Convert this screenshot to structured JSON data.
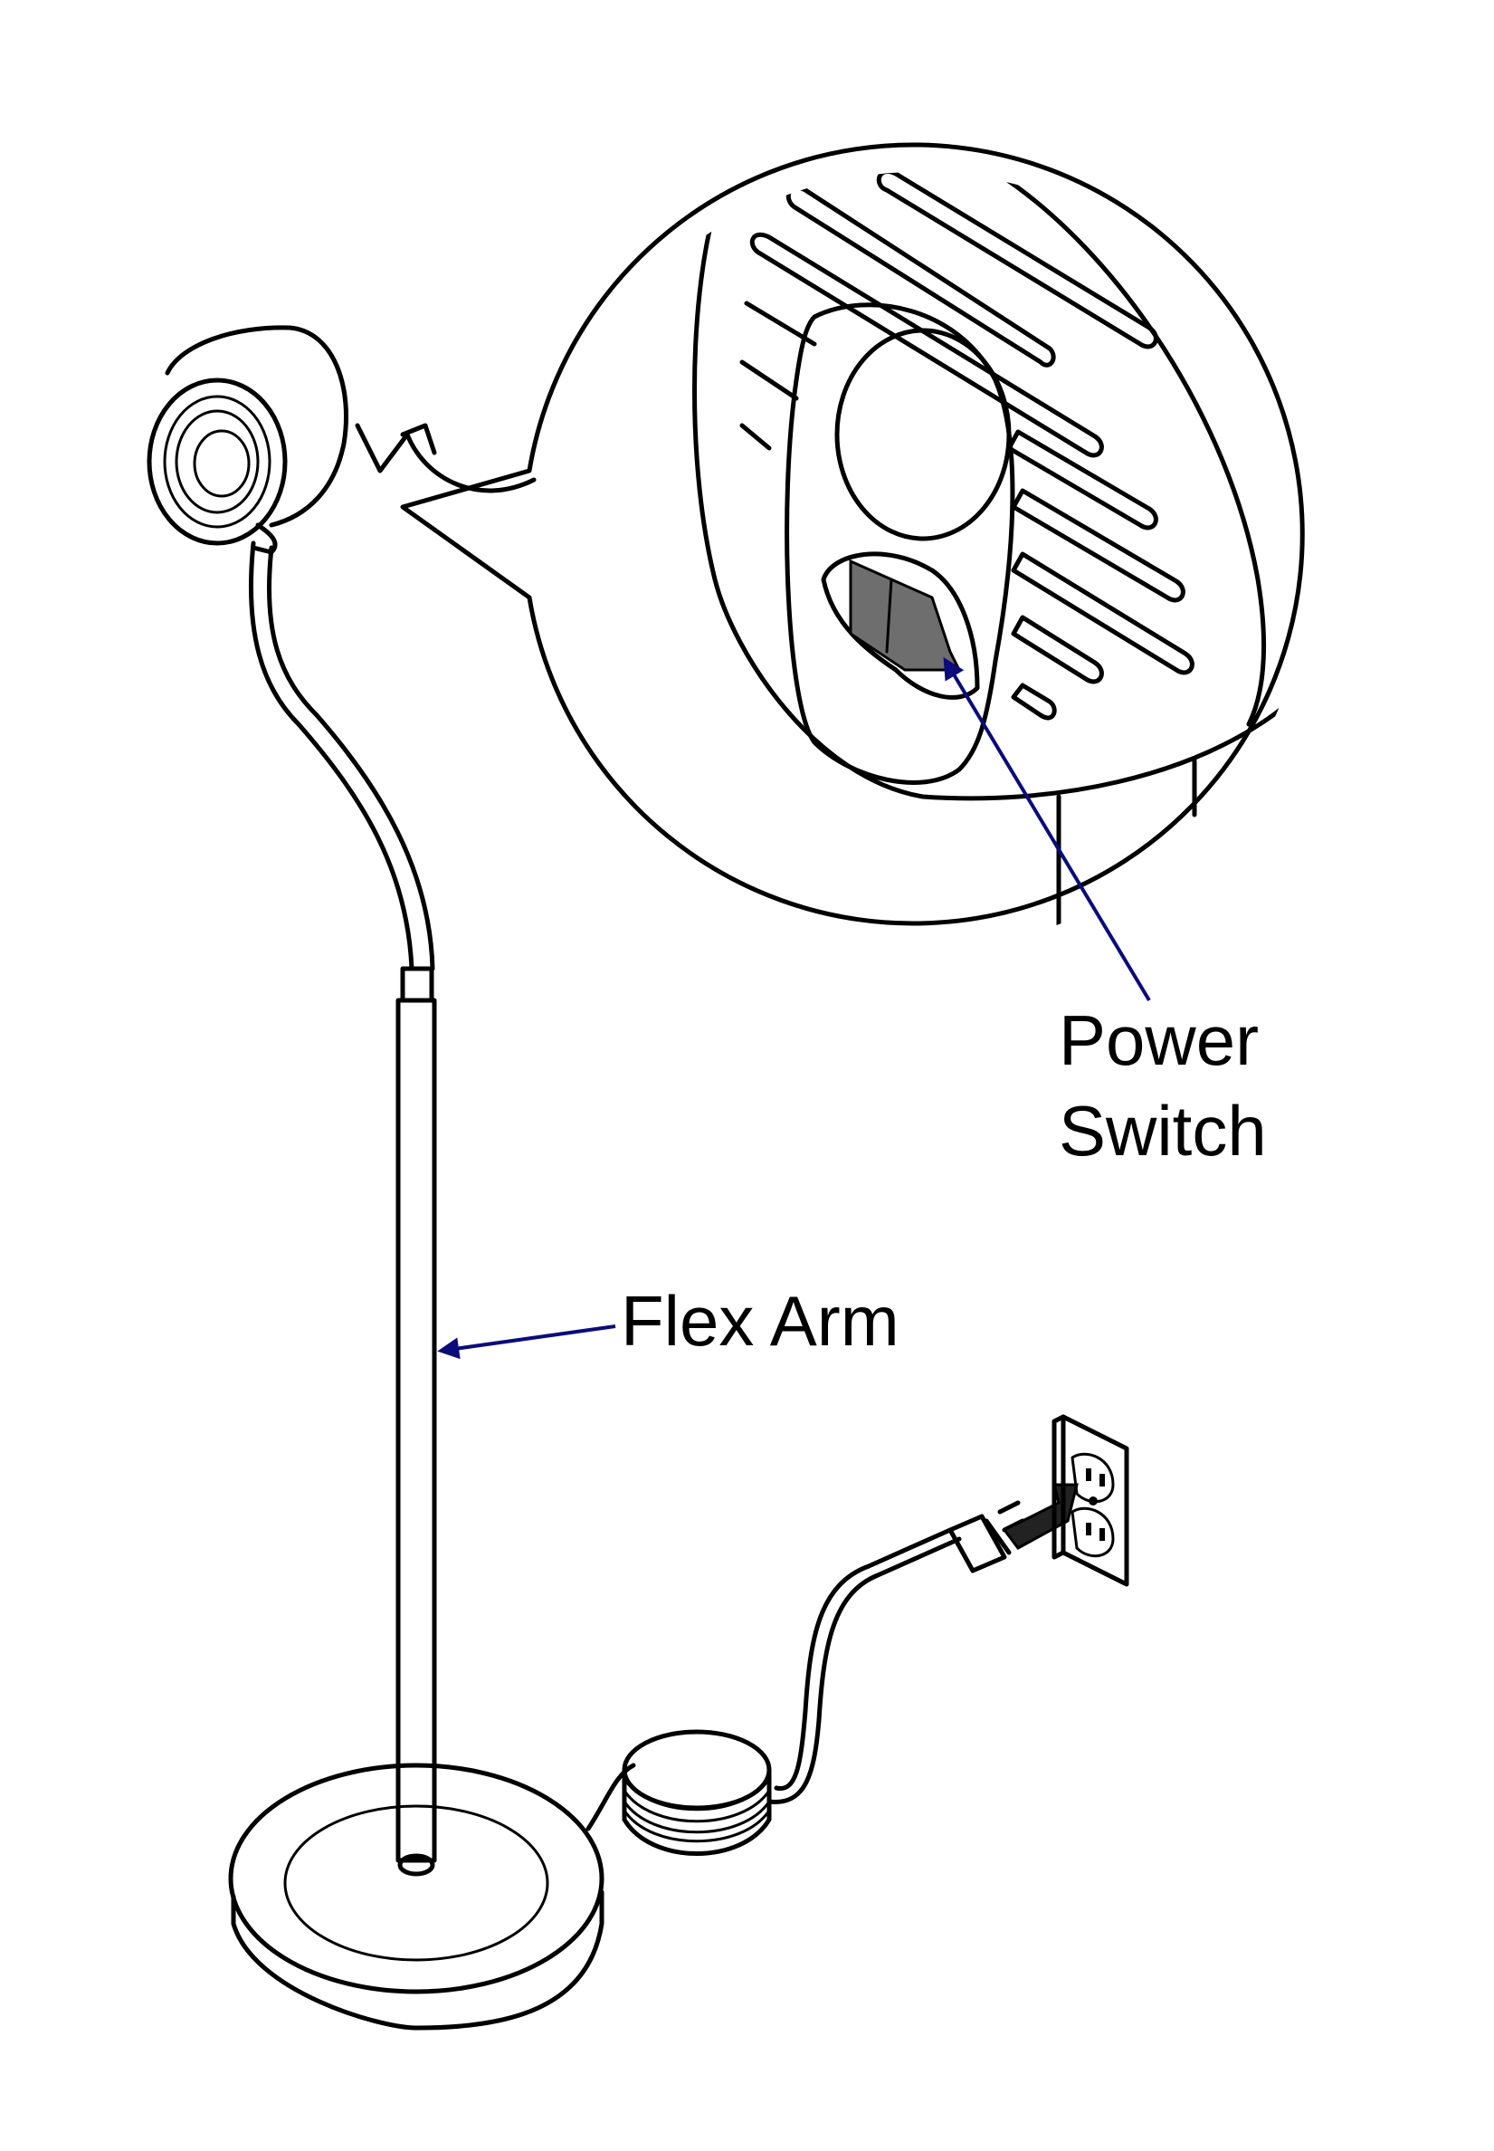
{
  "labels": {
    "power_switch_line1": "Power",
    "power_switch_line2": "Switch",
    "flex_arm": "Flex Arm"
  },
  "colors": {
    "callout_arrow": "#0b0b7a",
    "line_art": "#000000",
    "switch_fill": "#6e6e6e",
    "background": "#ffffff"
  },
  "icons": [
    "lamp-head-icon",
    "flex-arm-icon",
    "lamp-base-icon",
    "cord-coil-icon",
    "plug-icon",
    "wall-outlet-icon",
    "zoom-arrow-icon"
  ]
}
